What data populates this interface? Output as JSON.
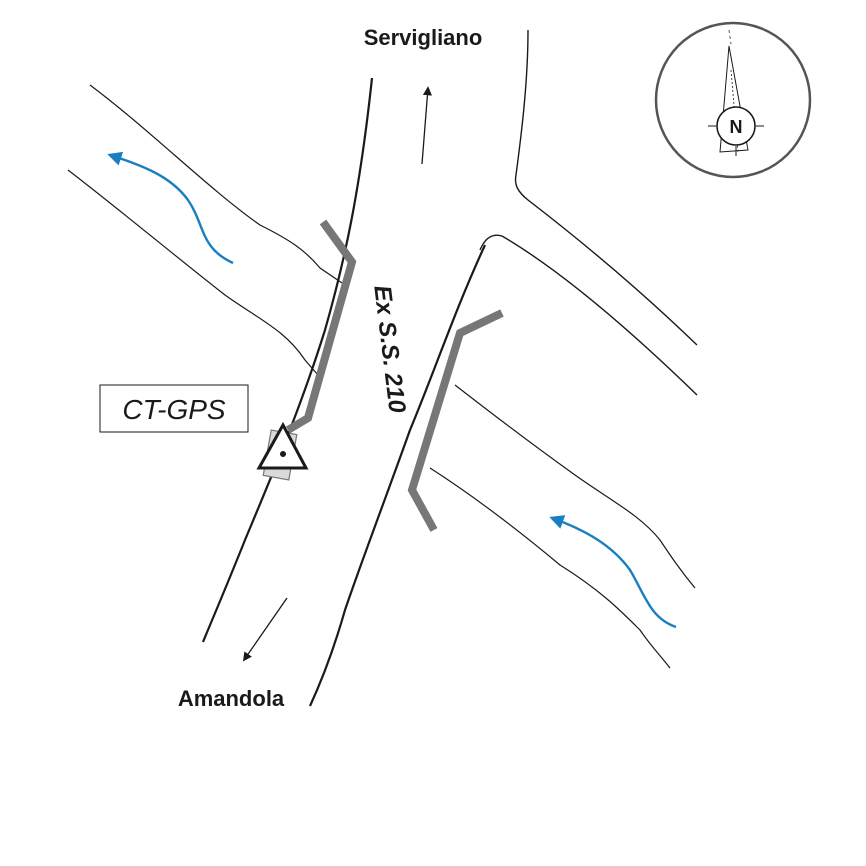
{
  "places": {
    "north": "Servigliano",
    "south": "Amandola"
  },
  "road": {
    "name": "Ex S.S. 210"
  },
  "station": {
    "label": "CT-GPS"
  },
  "compass": {
    "label": "N"
  },
  "colors": {
    "line": "#1a1a1a",
    "bridge": "#777777",
    "river_flow": "#1a7fc0",
    "compass_ring": "#555555"
  },
  "icons": {
    "station_marker": "triangle-dot-icon",
    "compass": "compass-rose-icon",
    "river_flow": "flow-arrow-icon",
    "traffic_direction": "direction-arrow-icon"
  }
}
